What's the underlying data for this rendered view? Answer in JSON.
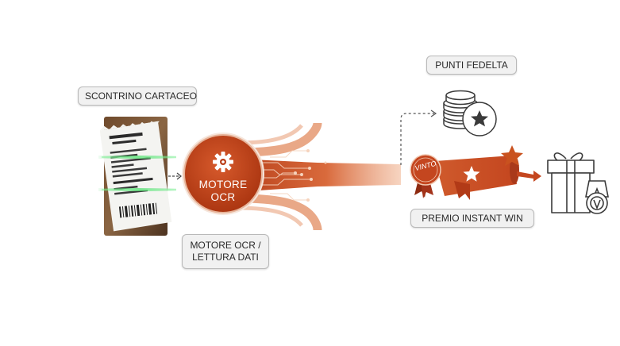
{
  "labels": {
    "receipt": "SCONTRINO CARTACEO",
    "points": "PUNTI FEDELTA",
    "ocr_line1": "MOTORE OCR /",
    "ocr_line2": "LETTURA DATI",
    "instant_win": "PREMIO INSTANT WIN"
  },
  "ocr_engine": {
    "line1": "MOTORE",
    "line2": "OCR",
    "icon": "gear-icon"
  },
  "badge": {
    "text": "VINTO"
  },
  "icons": {
    "receipt": "receipt-icon",
    "coins": "coin-stack-icon",
    "gift": "gift-box-icon",
    "star": "star-icon",
    "medal": "medal-icon"
  },
  "colors": {
    "accent": "#c4461f",
    "accent_light": "#e98a5b",
    "scan_green": "#5fe07a",
    "label_bg": "#f1f1f1",
    "outline": "#3a3a3a"
  }
}
